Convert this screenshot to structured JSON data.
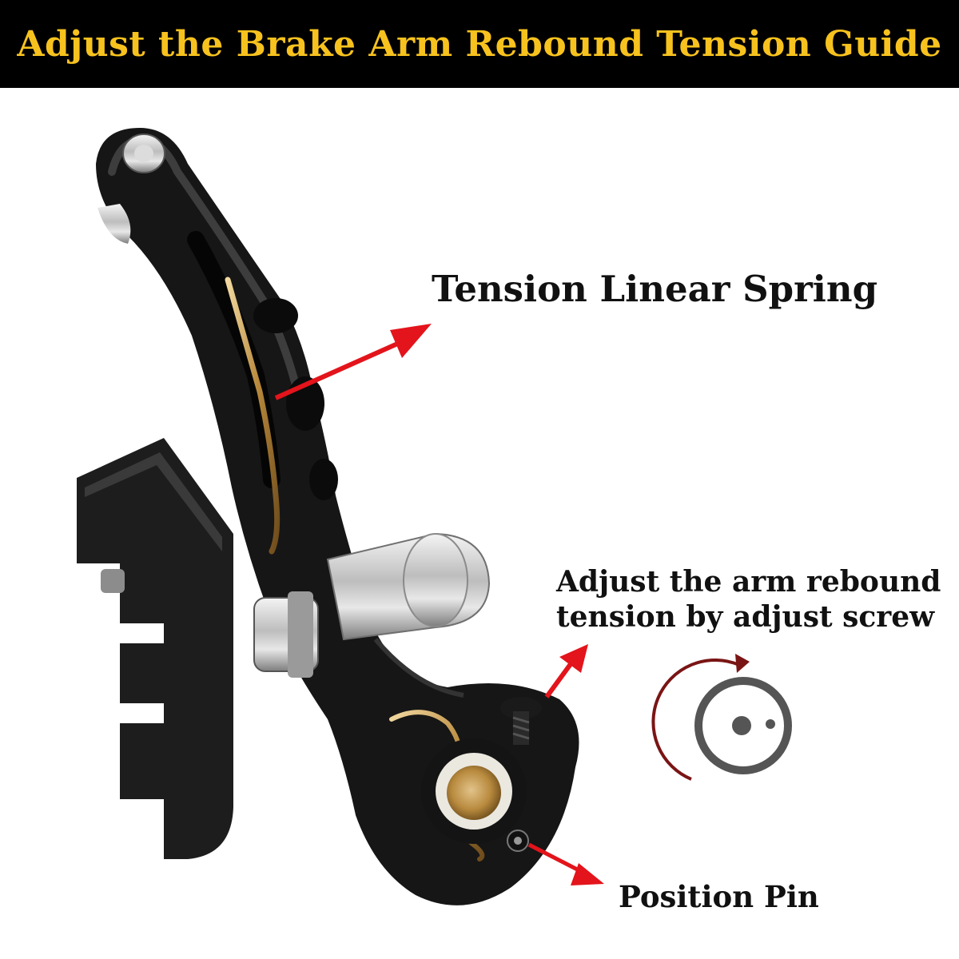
{
  "header": {
    "title": "Adjust the Brake Arm Rebound Tension Guide"
  },
  "callouts": {
    "spring": "Tension Linear Spring",
    "adjust_line1": "Adjust the arm rebound",
    "adjust_line2": "tension by adjust screw",
    "pin": "Position Pin"
  },
  "icons": {
    "rotation": "rotate-clockwise-icon"
  },
  "colors": {
    "header_bg": "#000000",
    "header_text": "#f7c21e",
    "arrow": "#e3141b",
    "rotation_arc": "#7a1515",
    "rotation_icon": "#555555"
  }
}
